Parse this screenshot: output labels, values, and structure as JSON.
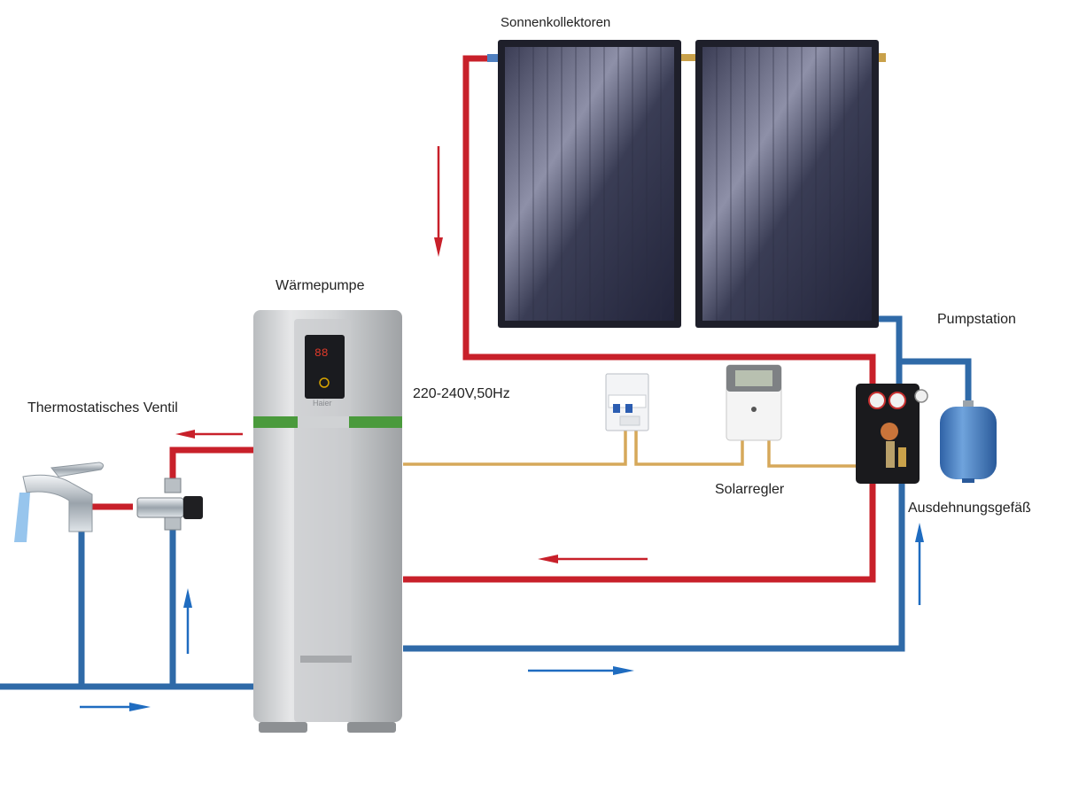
{
  "labels": {
    "collectors": "Sonnenkollektoren",
    "heat_pump": "Wärmepumpe",
    "voltage": "220-240V,50Hz",
    "thermostatic_valve": "Thermostatisches Ventil",
    "pump_station": "Pumpstation",
    "solar_controller": "Solarregler",
    "expansion_vessel": "Ausdehnungsgefäß",
    "brand": "Haier",
    "display_reading": "88"
  },
  "colors": {
    "hot_pipe": "#c8202a",
    "cold_pipe": "#2f6aa8",
    "signal_wire": "#d6a85a",
    "arrow_red": "#c8202a",
    "arrow_blue": "#1f6cc0",
    "heat_pump_band": "#4a9a3c",
    "expansion_vessel": "#3b78c0"
  }
}
